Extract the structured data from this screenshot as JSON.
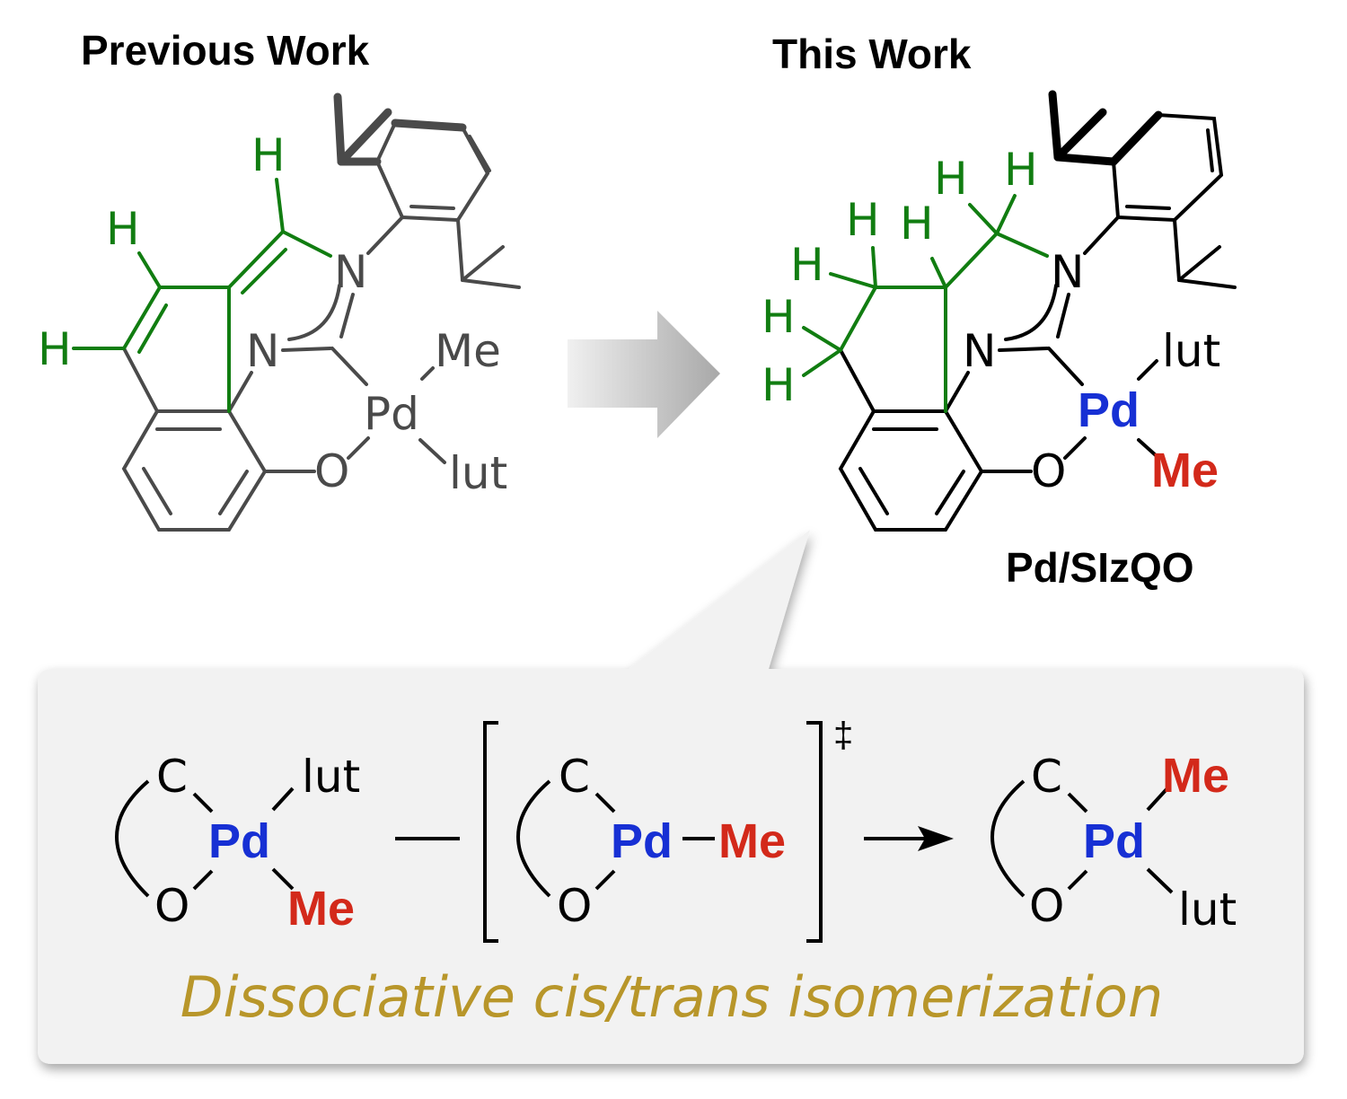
{
  "headers": {
    "previous": "Previous Work",
    "this": "This Work"
  },
  "previous_structure": {
    "atoms": {
      "N_top": "N",
      "N_ring": "N",
      "O": "O",
      "Pd": "Pd",
      "Me": "Me",
      "lut": "lut",
      "H1": "H",
      "H2": "H",
      "H3": "H"
    }
  },
  "this_structure": {
    "atoms": {
      "N_top": "N",
      "N_ring": "N",
      "O": "O",
      "Pd": "Pd",
      "Me": "Me",
      "lut": "lut",
      "H1": "H",
      "H2": "H",
      "H3": "H",
      "H4": "H",
      "H5": "H",
      "H6": "H"
    },
    "label": "Pd/SIzQO"
  },
  "mechanism": {
    "left": {
      "C": "C",
      "O": "O",
      "Pd": "Pd",
      "top_ligand": "lut",
      "bottom_ligand": "Me"
    },
    "middle": {
      "C": "C",
      "O": "O",
      "Pd": "Pd",
      "ligand": "Me",
      "dagger": "‡"
    },
    "right": {
      "C": "C",
      "O": "O",
      "Pd": "Pd",
      "top_ligand": "Me",
      "bottom_ligand": "lut"
    },
    "caption": "Dissociative cis/trans isomerization"
  },
  "colors": {
    "green": "#117d11",
    "blue": "#1730d4",
    "red": "#d3291a",
    "gold": "#b8962a",
    "gray": "#4a4a4a",
    "black": "#000000",
    "panel": "#f2f2f2"
  }
}
